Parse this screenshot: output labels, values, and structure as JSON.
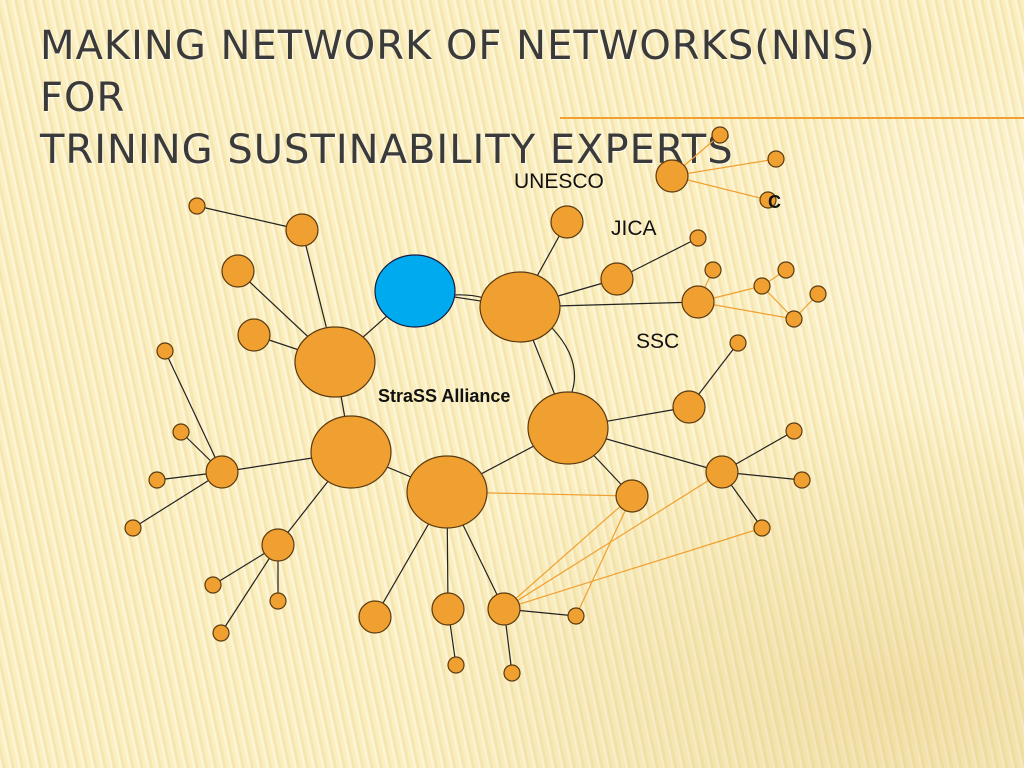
{
  "slide": {
    "title_line1": "Making Network of Networks(NNS) for",
    "title_line2": "Trining Sustinability Experts"
  },
  "labels": {
    "unesco": "UNESCO",
    "jica": "JICA",
    "c": "C",
    "ssc": "SSC",
    "strass": "StraSS Alliance"
  },
  "colors": {
    "node_fill": "#f0a030",
    "node_stroke": "#5a3a10",
    "hub_fill": "#00aaee",
    "edge_dark": "#222222",
    "edge_orange": "#f0a030"
  }
}
